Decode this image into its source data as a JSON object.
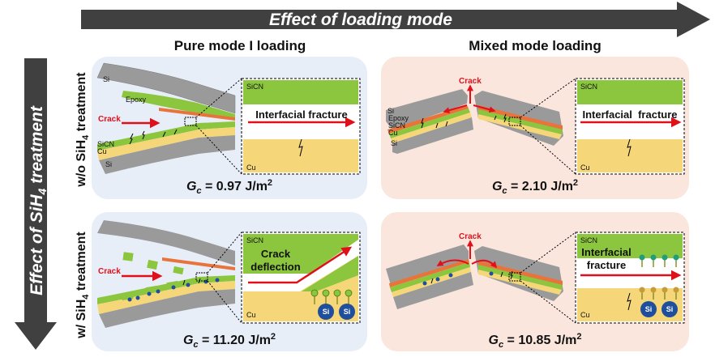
{
  "header": {
    "x_axis_title": "Effect of loading mode",
    "y_axis_title_main": "Effect of SiH",
    "y_axis_title_sub": "4",
    "y_axis_title_end": " treatment"
  },
  "columns": {
    "col1": "Pure mode I loading",
    "col2": "Mixed mode loading"
  },
  "rows": {
    "row1_pre": "w/o SiH",
    "row1_sub": "4",
    "row1_post": " treatment",
    "row2_pre": "w/ SiH",
    "row2_sub": "4",
    "row2_post": " treatment"
  },
  "panels": {
    "p1": {
      "layers": {
        "si_top": "Si",
        "epoxy": "Epoxy",
        "sicn": "SiCN",
        "cu": "Cu",
        "si_bottom": "Si"
      },
      "crack_label": "Crack",
      "zoom": {
        "top": "SiCN",
        "bottom": "Cu",
        "text": "Interfacial fracture"
      },
      "gc_sym": "G",
      "gc_sub": "c",
      "gc_value": " = 0.97 J/m",
      "gc_exp": "2"
    },
    "p2": {
      "layers": {
        "si_top": "Si",
        "epoxy": "Epoxy",
        "sicn": "SiCN",
        "cu": "Cu",
        "si_bottom": "Si"
      },
      "crack_label": "Crack",
      "zoom": {
        "top": "SiCN",
        "bottom": "Cu",
        "text": "Interfacial  fracture"
      },
      "gc_sym": "G",
      "gc_sub": "c",
      "gc_value": " = 2.10 J/m",
      "gc_exp": "2"
    },
    "p3": {
      "crack_label": "Crack",
      "zoom": {
        "top": "SiCN",
        "bottom": "Cu",
        "text1": "Crack",
        "text2": "deflection",
        "atom1": "Si",
        "atom2": "Si"
      },
      "gc_sym": "G",
      "gc_sub": "c",
      "gc_value": " = 11.20 J/m",
      "gc_exp": "2"
    },
    "p4": {
      "crack_label": "Crack",
      "zoom": {
        "top": "SiCN",
        "bottom": "Cu",
        "text1": "Interfacial",
        "text2": "fracture",
        "atom1": "Si",
        "atom2": "Si"
      },
      "gc_sym": "G",
      "gc_sub": "c",
      "gc_value": " = 10.85 J/m",
      "gc_exp": "2"
    }
  },
  "colors": {
    "panel_blue": "#e8eef8",
    "panel_pink": "#fbe6dd",
    "si_gray": "#9a9a9a",
    "sicn_green": "#8cc63f",
    "cu_yellow": "#f5d77a",
    "epoxy_orange": "#e8743b",
    "crack_red": "#e0101a",
    "arrow_gray": "#404040",
    "atom_blue": "#1f4e9c",
    "ligand_olive": "#8a8f2a"
  }
}
